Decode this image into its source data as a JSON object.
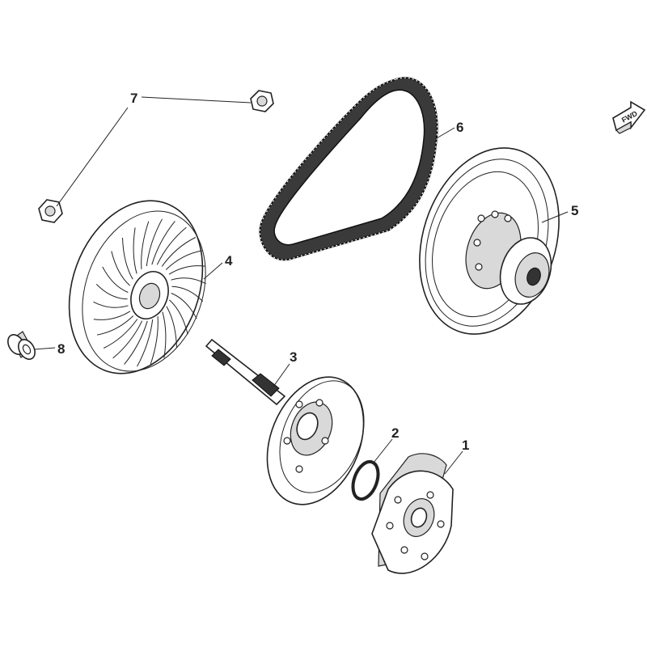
{
  "fwd_label": "FWD",
  "callouts": [
    {
      "label": "1",
      "part": "clutch-shoe-assembly"
    },
    {
      "label": "2",
      "part": "snap-ring"
    },
    {
      "label": "3",
      "part": "clutch-drum-with-shaft"
    },
    {
      "label": "4",
      "part": "drive-pulley-fan"
    },
    {
      "label": "5",
      "part": "driven-pulley"
    },
    {
      "label": "6",
      "part": "drive-belt"
    },
    {
      "label": "7",
      "part": "nut"
    },
    {
      "label": "8",
      "part": "bushing"
    }
  ],
  "colors": {
    "line": "#222222",
    "shade": "#d9d9d9",
    "dark": "#333333",
    "background": "#ffffff"
  }
}
